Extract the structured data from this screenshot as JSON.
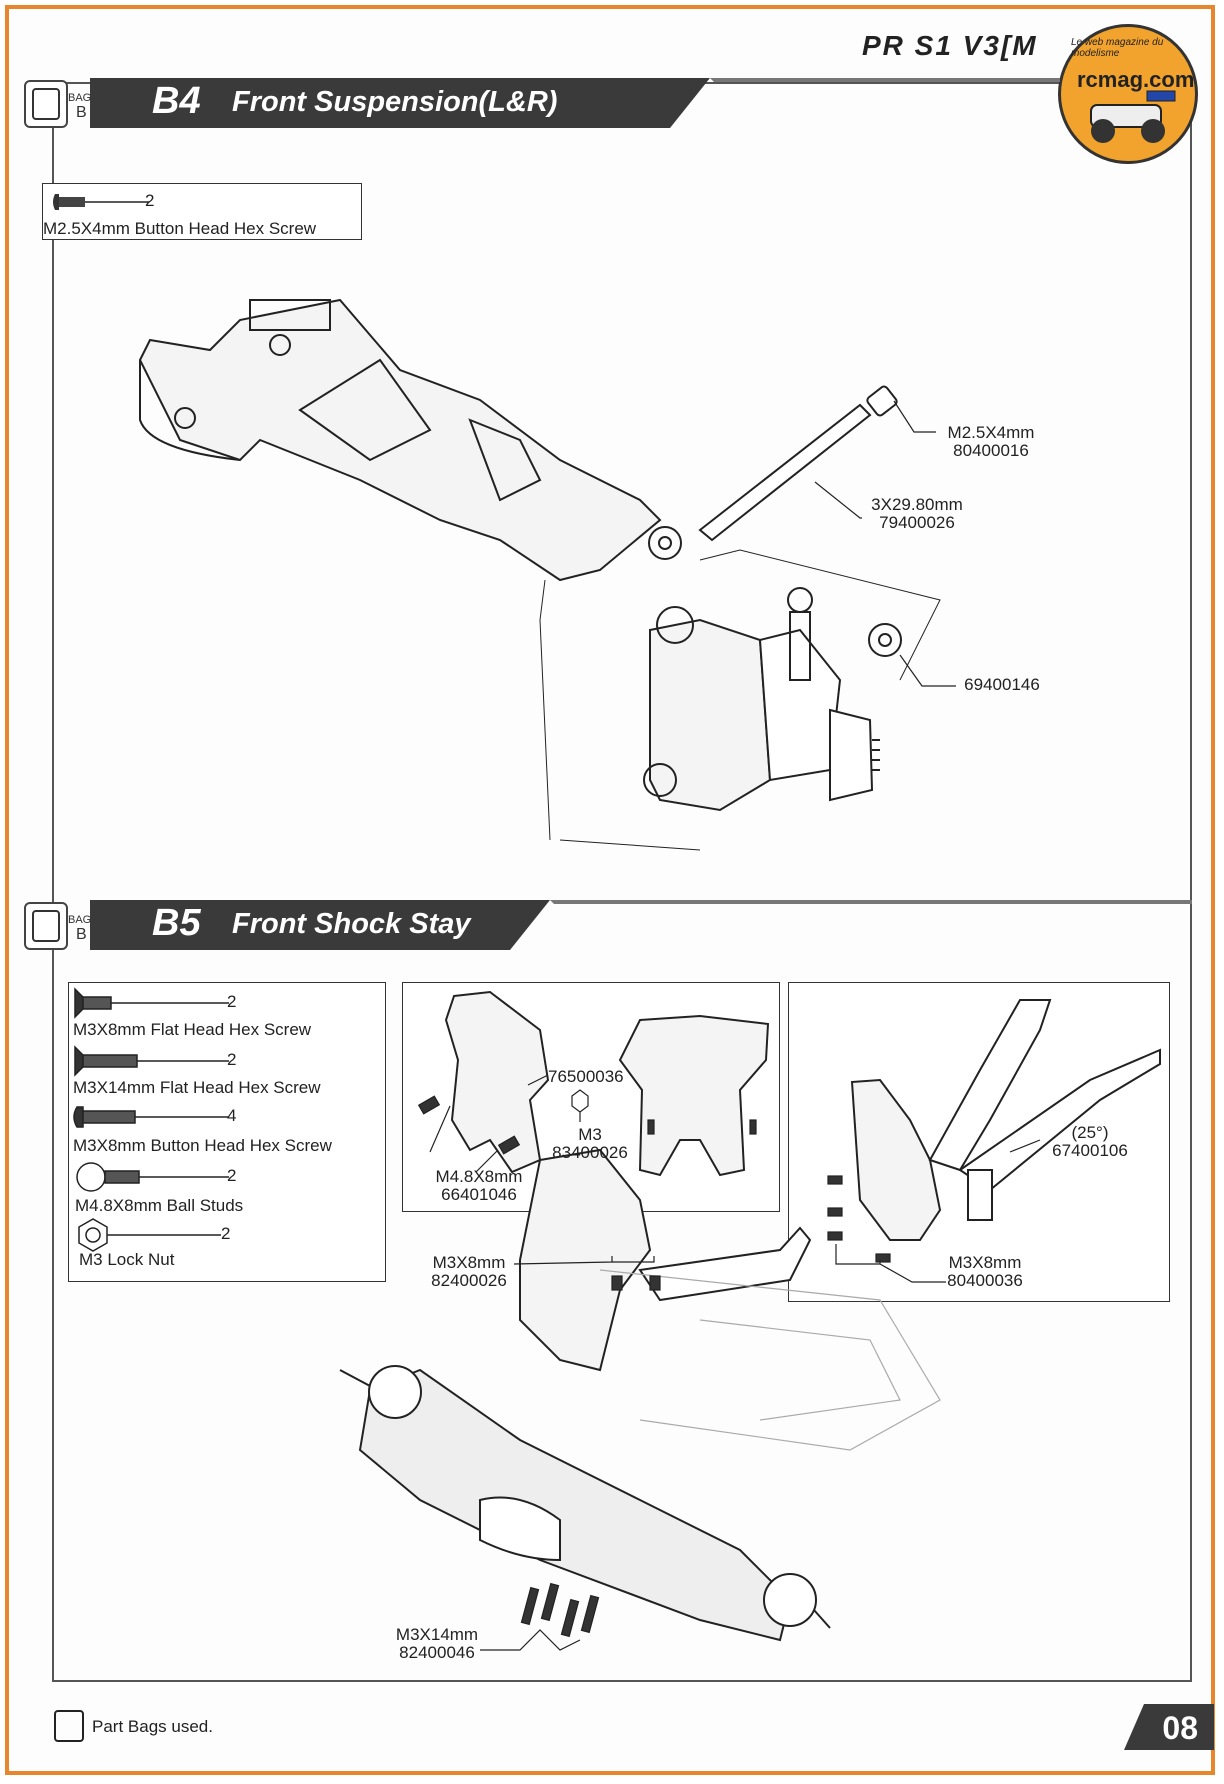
{
  "header": {
    "model_title": "PR S1 V3[M",
    "logo_site": "rcmag.com",
    "logo_tagline": "Le web magazine du modelisme"
  },
  "sections": [
    {
      "step": "B4",
      "title": "Front Suspension(L&R)",
      "bag_word": "BAG",
      "bag_letter": "B",
      "parts": [
        {
          "qty": "2",
          "name": "M2.5X4mm Button Head Hex Screw"
        }
      ],
      "callouts": [
        {
          "name": "M2.5X4mm",
          "code": "80400016"
        },
        {
          "name": "3X29.80mm",
          "code": "79400026"
        },
        {
          "name": "",
          "code": "69400146"
        }
      ]
    },
    {
      "step": "B5",
      "title": "Front Shock Stay",
      "bag_word": "BAG",
      "bag_letter": "B",
      "parts": [
        {
          "qty": "2",
          "name": "M3X8mm Flat Head Hex Screw"
        },
        {
          "qty": "2",
          "name": "M3X14mm Flat Head Hex Screw"
        },
        {
          "qty": "4",
          "name": "M3X8mm Button Head Hex Screw"
        },
        {
          "qty": "2",
          "name": "M4.8X8mm Ball Studs"
        },
        {
          "qty": "2",
          "name": "M3 Lock Nut"
        }
      ],
      "callouts": [
        {
          "name": "",
          "code": "76500036"
        },
        {
          "name": "M3",
          "code": "83400026"
        },
        {
          "name": "M4.8X8mm",
          "code": "66401046"
        },
        {
          "name": "(25°)",
          "code": "67400106"
        },
        {
          "name": "M3X8mm",
          "code": "80400036"
        },
        {
          "name": "M3X8mm",
          "code": "82400026"
        },
        {
          "name": "M3X14mm",
          "code": "82400046"
        }
      ]
    }
  ],
  "footer": {
    "legend": "Part Bags used.",
    "page_number": "08"
  }
}
